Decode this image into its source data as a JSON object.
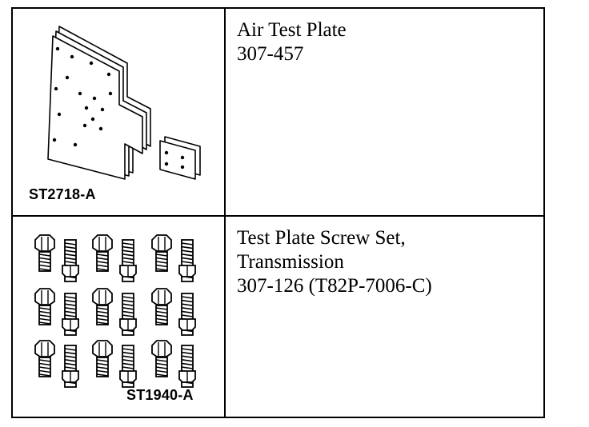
{
  "tools": [
    {
      "figure_label": "ST2718-A",
      "name": "Air Test Plate",
      "number": "307-457",
      "icon": "air-test-plate-illustration"
    },
    {
      "figure_label": "ST1940-A",
      "name_line1": "Test Plate Screw Set,",
      "name_line2": "Transmission",
      "number": "307-126 (T82P-7006-C)",
      "icon": "screw-set-illustration"
    }
  ]
}
